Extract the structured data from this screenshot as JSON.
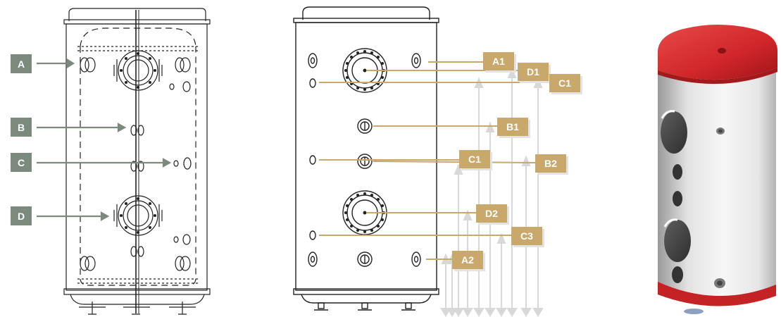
{
  "colors": {
    "green_tag": "#7b8a7c",
    "gold_tag": "#c9a86c",
    "gold_line": "#c9a86c",
    "arrow_grey": "#d8d8d8",
    "tank_red": "#d4282a",
    "tank_white": "#ececec",
    "drawing_line": "#222222"
  },
  "left_labels": [
    "A",
    "B",
    "C",
    "D"
  ],
  "right_labels": {
    "a1": "A1",
    "d1": "D1",
    "c1_top": "C1",
    "b1": "B1",
    "c1_mid": "C1",
    "b2": "B2",
    "d2": "D2",
    "c3": "C3",
    "a2": "A2"
  },
  "icons": [
    "wireframe-tank-drawing",
    "front-tank-drawing",
    "tank-3d-render"
  ]
}
